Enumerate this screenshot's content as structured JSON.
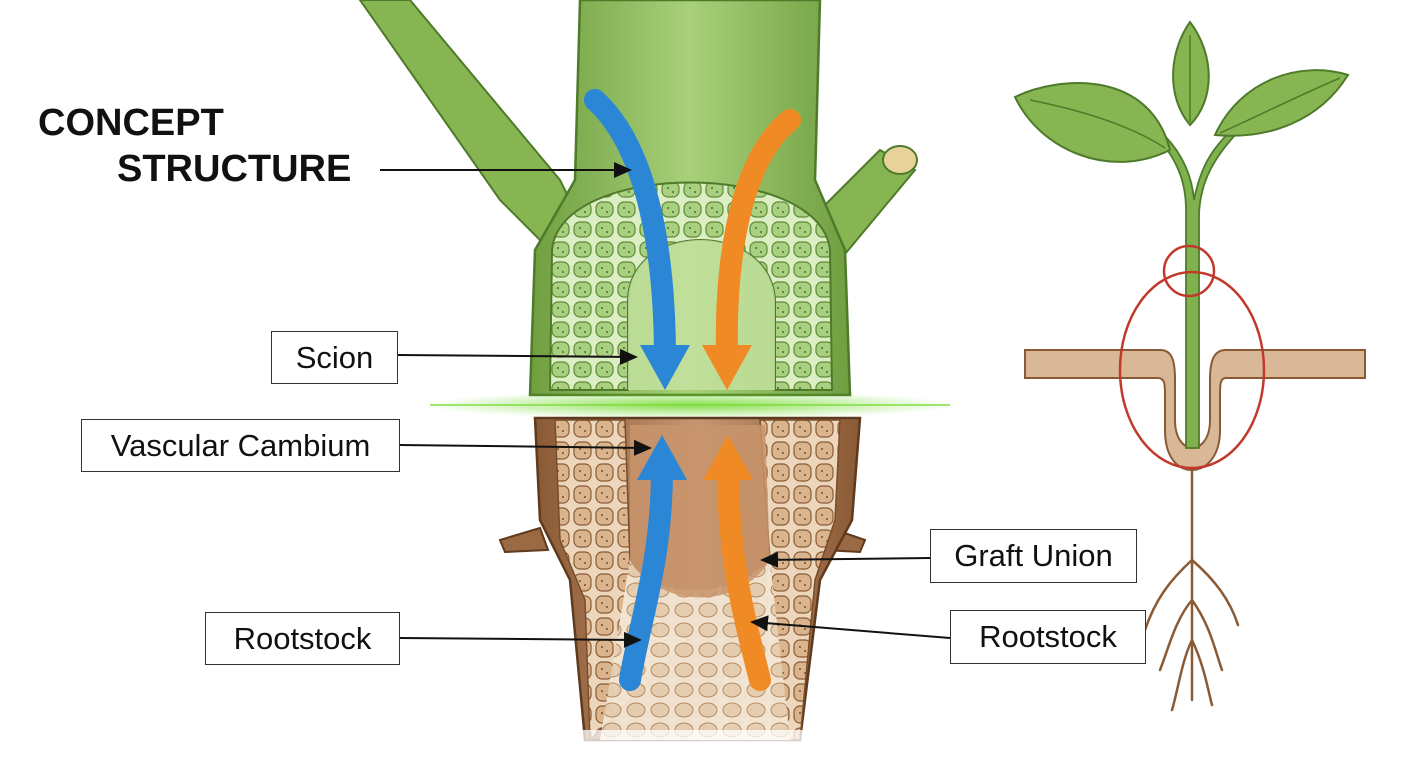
{
  "diagram": {
    "title_line1": "CONCEPT",
    "title_line2": "STRUCTURE",
    "labels": {
      "scion": "Scion",
      "vascular_cambium": "Vascular Cambium",
      "rootstock_left": "Rootstock",
      "graft_union": "Graft Union",
      "rootstock_right": "Rootstock"
    },
    "colors": {
      "scion_green": "#8cbf5a",
      "rootstock_brown": "#b07d55",
      "downward_flow": "#2b86d6",
      "upward_flow": "#f08a24",
      "highlight_circle": "#c0392b"
    }
  }
}
